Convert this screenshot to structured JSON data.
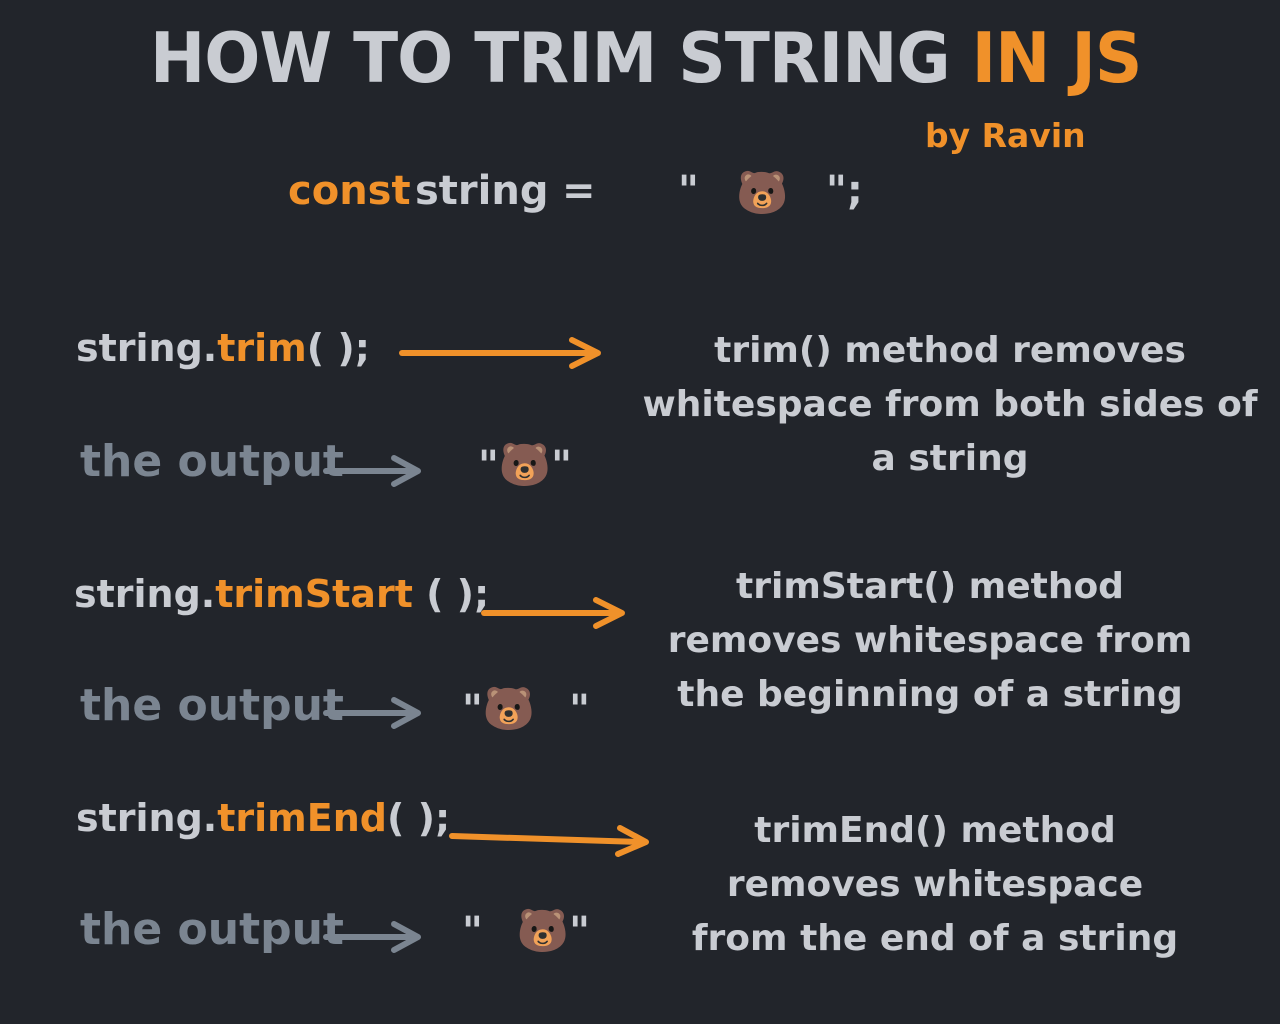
{
  "title": {
    "main": "HOW TO TRIM STRING",
    "accent": "IN JS"
  },
  "byline": "by Ravin",
  "declaration": {
    "keyword": "const",
    "name": "string",
    "equals": "=",
    "open_quote": "\"",
    "emoji": "🐻",
    "close_quote": "\";"
  },
  "colors": {
    "background": "#22252b",
    "accent": "#f0912a",
    "text": "#c9ccd2",
    "muted": "#7b8591"
  },
  "icons": {
    "arrow": "right-arrow-icon",
    "bear": "bear-face-emoji"
  },
  "sections": [
    {
      "code_prefix": "string.",
      "method": "trim",
      "code_suffix": "( );",
      "description": "trim() method removes whitespace from both sides of a string",
      "output_label": "the output",
      "output_open": "\"",
      "output_emoji": "🐻",
      "output_close": "\""
    },
    {
      "code_prefix": "string.",
      "method": "trimStart",
      "code_suffix": " ( );",
      "description": "trimStart() method removes whitespace from the beginning of a string",
      "output_label": "the output",
      "output_open": "\"",
      "output_emoji": "🐻",
      "output_close": "\""
    },
    {
      "code_prefix": "string.",
      "method": "trimEnd",
      "code_suffix": "( );",
      "description": "trimEnd() method removes whitespace from the end of a string",
      "output_label": "the output",
      "output_open": "\"",
      "output_emoji": "🐻",
      "output_close": "\""
    }
  ]
}
